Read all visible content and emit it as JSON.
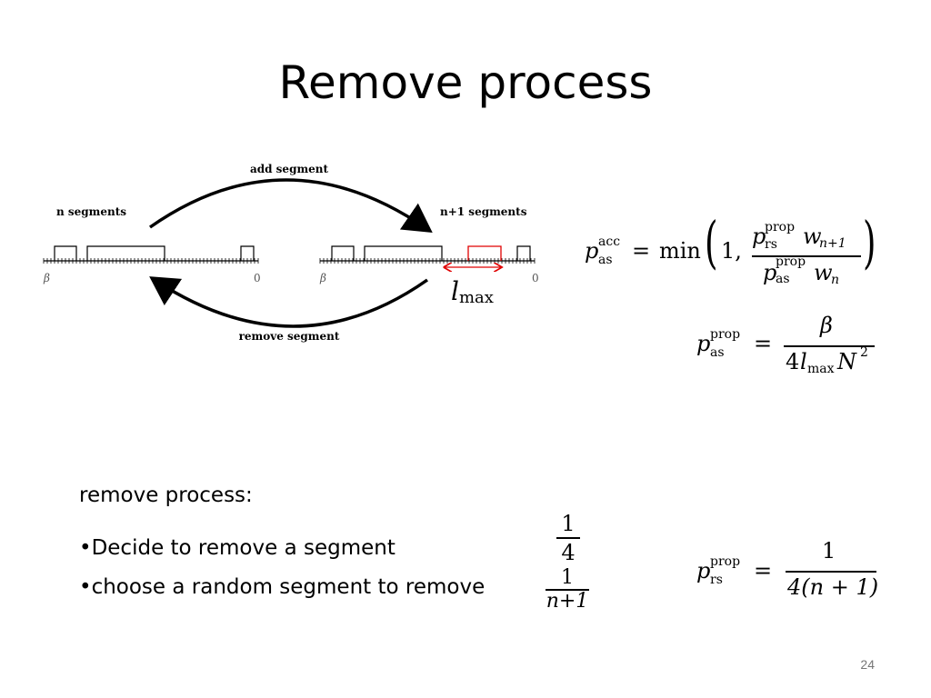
{
  "slide": {
    "title": "Remove process",
    "number": "24"
  },
  "diagram": {
    "add_label": "add segment",
    "remove_label": "remove segment",
    "left_label": "n segments",
    "right_label": "n+1 segments",
    "left_beta": "β",
    "left_zero": "0",
    "right_beta": "β",
    "right_zero": "0",
    "lmax": "l",
    "lmax_sub": "max",
    "highlight_color": "#e00000"
  },
  "formulas": {
    "acc": {
      "lhs_p": "p",
      "lhs_sup": "acc",
      "lhs_sub": "as",
      "eq": "=",
      "min": "min",
      "one": "1,",
      "num_p": "p",
      "num_sup": "prop",
      "num_sub": "rs",
      "num_w": "w",
      "num_wsub": "n+1",
      "den_p": "p",
      "den_sup": "prop",
      "den_sub": "as",
      "den_w": "w",
      "den_wsub": "n"
    },
    "prop_as": {
      "lhs_p": "p",
      "lhs_sup": "prop",
      "lhs_sub": "as",
      "eq": "=",
      "num": "β",
      "den_4": "4",
      "den_l": "l",
      "den_lsub": "max",
      "den_N": "N",
      "den_sup": "2"
    },
    "prop_rs": {
      "lhs_p": "p",
      "lhs_sup": "prop",
      "lhs_sub": "rs",
      "eq": "=",
      "num": "1",
      "den": "4(n + 1)"
    },
    "quarter": {
      "num": "1",
      "den": "4"
    },
    "inv_n1": {
      "num": "1",
      "den": "n+1"
    }
  },
  "text": {
    "heading": "remove process:",
    "bullet1": "•Decide to remove a segment",
    "bullet2": "•choose a random segment to remove"
  }
}
